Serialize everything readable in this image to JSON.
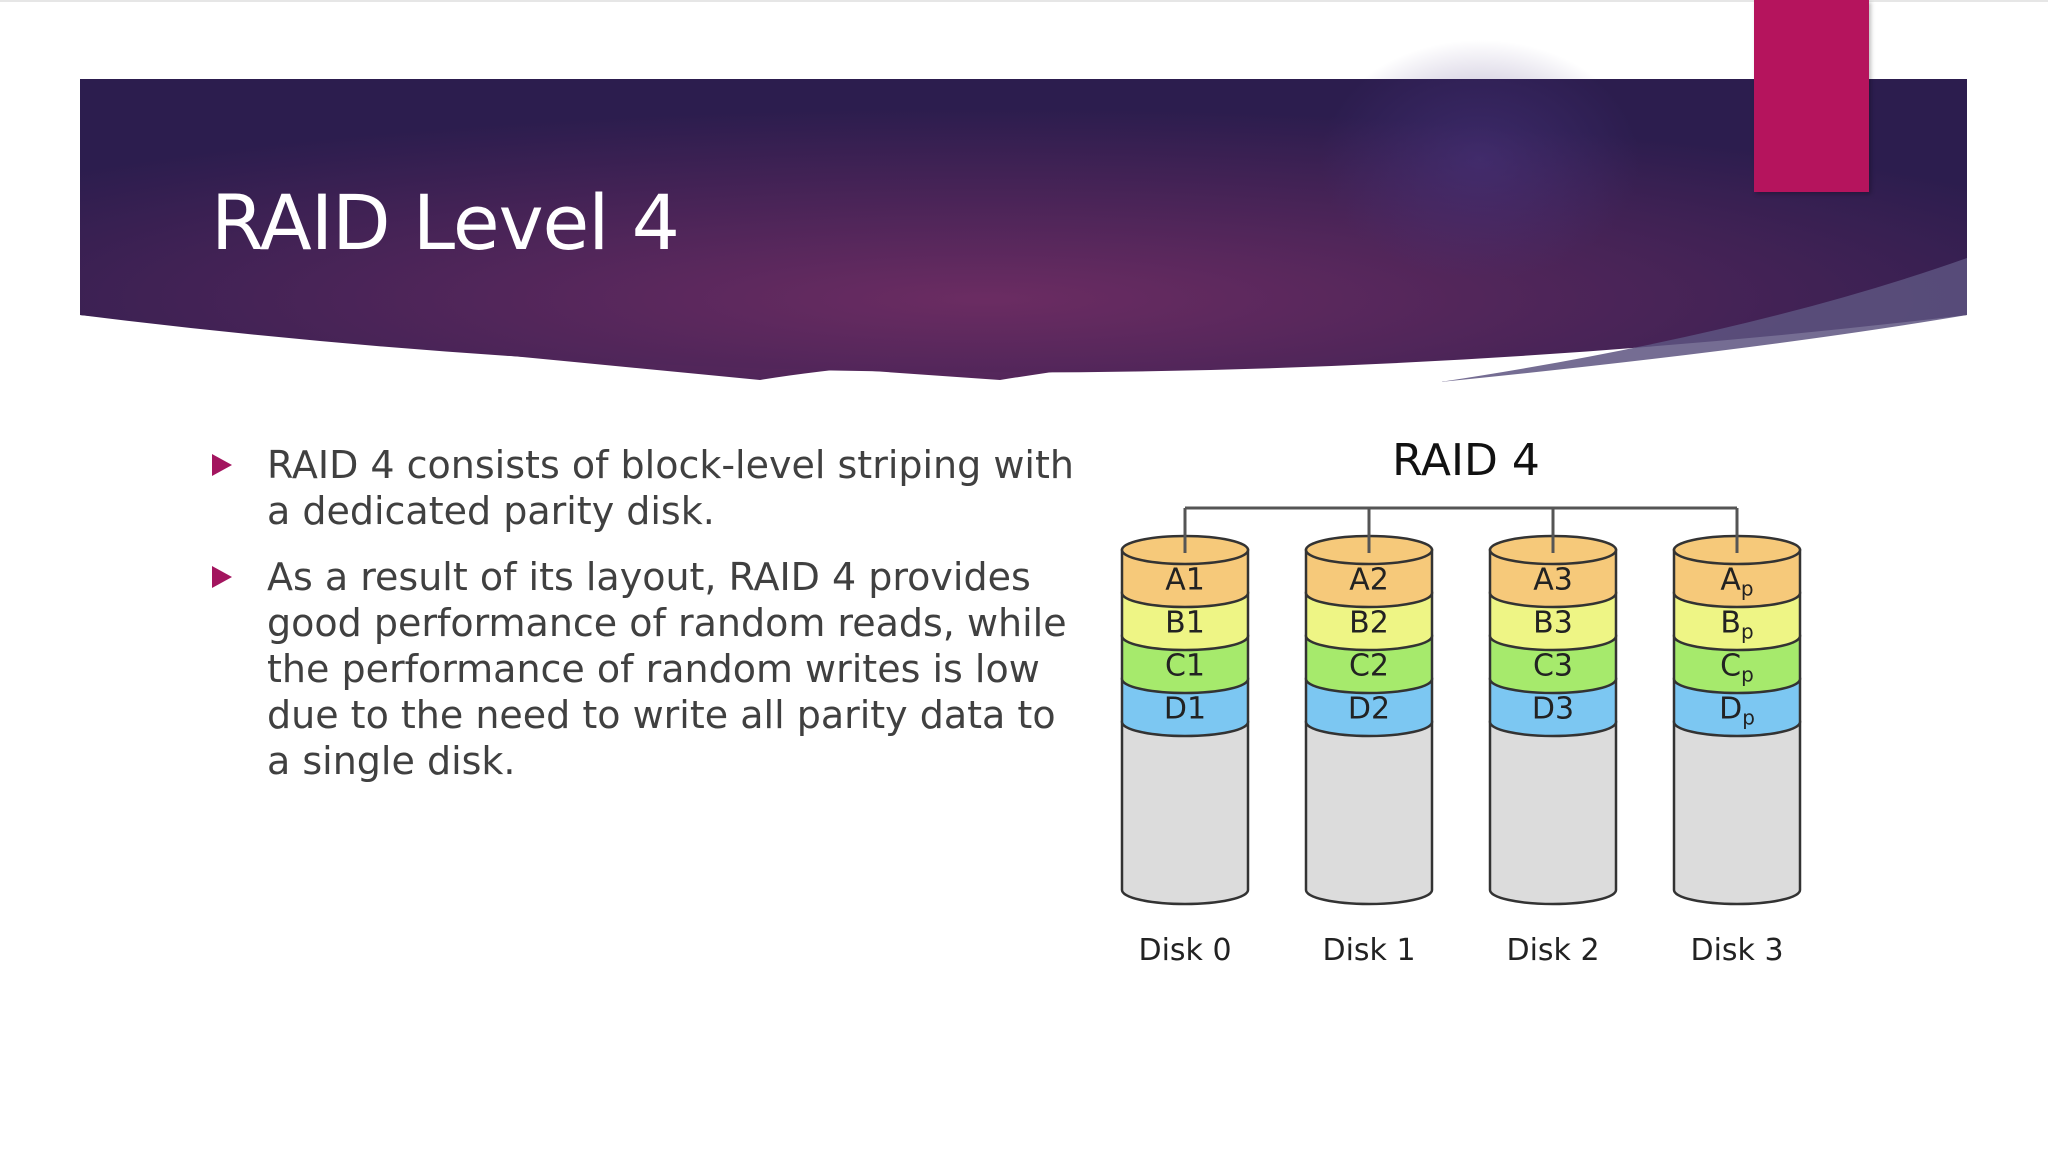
{
  "slide": {
    "title": "RAID Level 4",
    "bullets": [
      "RAID 4 consists of block-level striping with a dedicated parity disk.",
      "As a result of its layout, RAID 4 provides good performance of random reads, while the performance of random writes is low due to the need to write all parity data to a single disk."
    ],
    "colors": {
      "banner_dark": "#2c1d4e",
      "banner_mid": "#6b2c62",
      "accent": "#b5145d",
      "bullet": "#a3155f",
      "text": "#404040"
    }
  },
  "diagram": {
    "title": "RAID 4",
    "block_colors": {
      "A": "#f6c97a",
      "B": "#eef585",
      "C": "#a6ea6c",
      "D": "#7cc7f2",
      "empty": "#dcdcdc"
    },
    "disks": [
      {
        "label": "Disk 0",
        "blocks": [
          {
            "base": "A",
            "sub": "1"
          },
          {
            "base": "B",
            "sub": "1"
          },
          {
            "base": "C",
            "sub": "1"
          },
          {
            "base": "D",
            "sub": "1"
          }
        ]
      },
      {
        "label": "Disk 1",
        "blocks": [
          {
            "base": "A",
            "sub": "2"
          },
          {
            "base": "B",
            "sub": "2"
          },
          {
            "base": "C",
            "sub": "2"
          },
          {
            "base": "D",
            "sub": "2"
          }
        ]
      },
      {
        "label": "Disk 2",
        "blocks": [
          {
            "base": "A",
            "sub": "3"
          },
          {
            "base": "B",
            "sub": "3"
          },
          {
            "base": "C",
            "sub": "3"
          },
          {
            "base": "D",
            "sub": "3"
          }
        ]
      },
      {
        "label": "Disk 3",
        "blocks": [
          {
            "base": "A",
            "sub": "p",
            "subscript": true
          },
          {
            "base": "B",
            "sub": "p",
            "subscript": true
          },
          {
            "base": "C",
            "sub": "p",
            "subscript": true
          },
          {
            "base": "D",
            "sub": "p",
            "subscript": true
          }
        ]
      }
    ]
  }
}
